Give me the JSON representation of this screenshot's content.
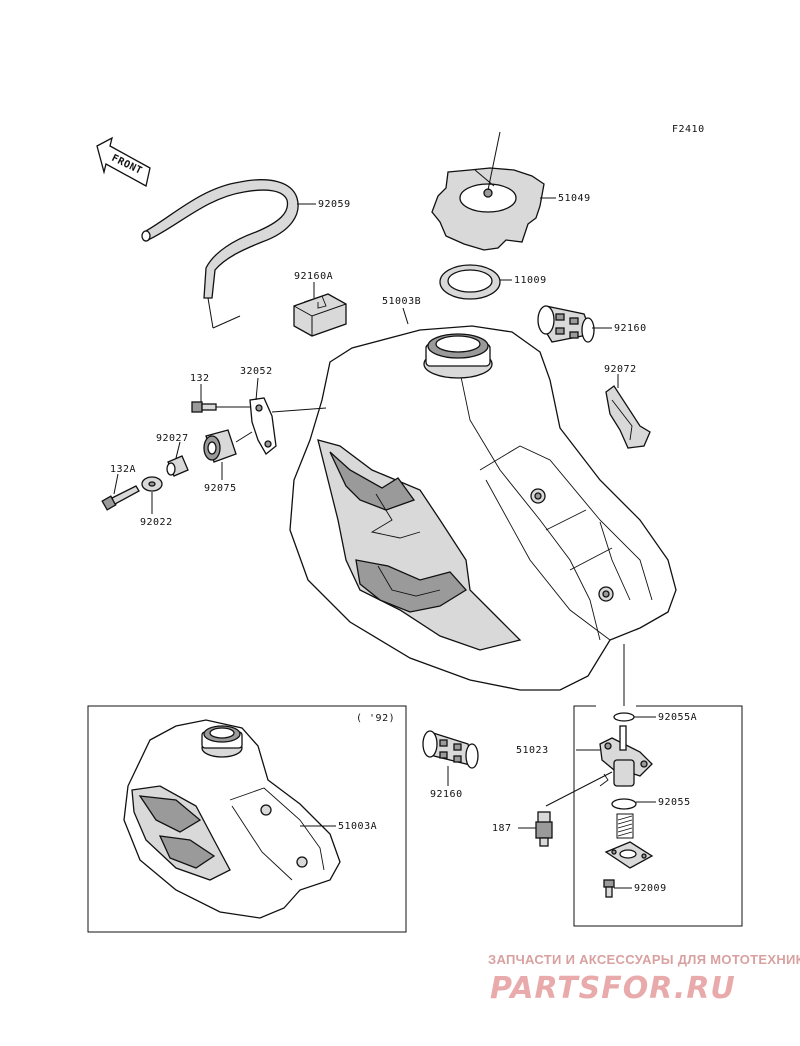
{
  "diagram": {
    "figure_code": "F2410",
    "front_label": "FRONT",
    "year_note": "( '92)",
    "labels": {
      "p92059": "92059",
      "p51049": "51049",
      "p11009": "11009",
      "p92160A": "92160A",
      "p51003B": "51003B",
      "p92160_top": "92160",
      "p92072": "92072",
      "p132": "132",
      "p32052": "32052",
      "p92027": "92027",
      "p132A": "132A",
      "p92075": "92075",
      "p92022": "92022",
      "p92160_mid": "92160",
      "p51003A": "51003A",
      "p51023": "51023",
      "p92055A": "92055A",
      "p92055": "92055",
      "p187": "187",
      "p92009": "92009"
    }
  },
  "watermark": {
    "tagline": "ЗАПЧАСТИ И АКСЕССУАРЫ ДЛЯ МОТОТЕХНИКИ",
    "logo": "PARTSFOR.RU",
    "color": "#e8aaaa"
  }
}
